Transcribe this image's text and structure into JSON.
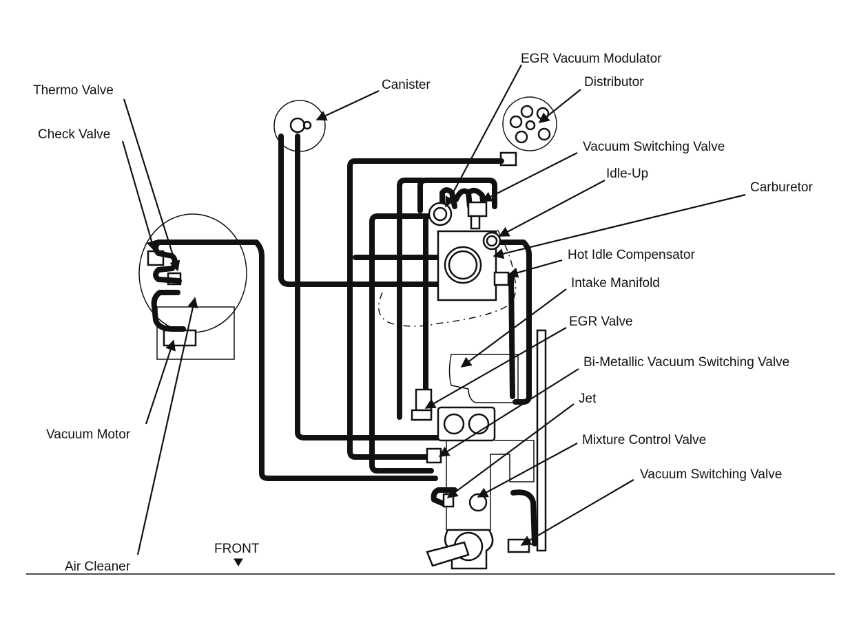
{
  "labels": {
    "thermo_valve": "Thermo Valve",
    "check_valve": "Check Valve",
    "canister": "Canister",
    "egr_vacuum_modulator": "EGR Vacuum Modulator",
    "distributor": "Distributor",
    "vacuum_switching_valve_top": "Vacuum Switching Valve",
    "idle_up": "Idle-Up",
    "carburetor": "Carburetor",
    "hot_idle_compensator": "Hot Idle Compensator",
    "intake_manifold": "Intake Manifold",
    "egr_valve": "EGR Valve",
    "bimetallic_vsv": "Bi-Metallic Vacuum Switching Valve",
    "jet": "Jet",
    "mixture_control_valve": "Mixture Control Valve",
    "vacuum_switching_valve_bottom": "Vacuum Switching Valve",
    "vacuum_motor": "Vacuum Motor",
    "air_cleaner": "Air Cleaner",
    "front": "FRONT"
  }
}
